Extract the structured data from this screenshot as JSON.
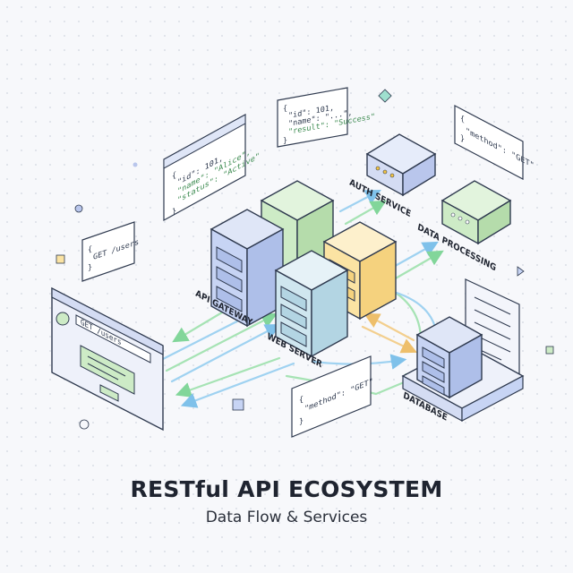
{
  "title": "RESTful API ECOSYSTEM",
  "subtitle": "Data Flow & Services",
  "services": {
    "api_gateway": "API GATEWAY",
    "web_server": "WEB SERVER",
    "auth_service": "AUTH SERVICE",
    "data_processing": "DATA PROCESSING",
    "database": "DATABASE"
  },
  "client": {
    "url": "GET /users"
  },
  "cards": {
    "get_users": [
      "{",
      "GET /users",
      "}"
    ],
    "user_json": [
      "{",
      "\"id\": 101,",
      "\"name\": \"Alice\",",
      "\"status\": \"Active\"",
      "}"
    ],
    "result_json": [
      "{",
      "\"id\": 101,",
      "\"name\": \"...\",",
      "\"result\": \"Success\"",
      "}"
    ],
    "method_get_top": [
      "{",
      "\"method\": \"GET\"",
      "}"
    ],
    "method_get_bottom": [
      "{",
      "\"method\": \"GET\"",
      "}"
    ]
  },
  "colors": {
    "blue": "#c7d4f4",
    "green": "#cdebc6",
    "yellow": "#fbe3a3",
    "teal": "#cfe6ef",
    "outline": "#2f3a4f",
    "flow_blue": "#9fd2f1",
    "flow_green": "#a6e3b4",
    "flow_yellow": "#f3cf8e"
  }
}
